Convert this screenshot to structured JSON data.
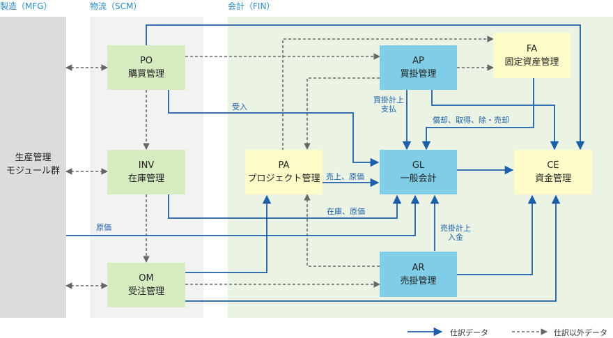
{
  "regions": {
    "mfg": "製造（MFG）",
    "scm": "物流（SCM）",
    "fin": "会計（FIN）"
  },
  "mfg_group": {
    "line1": "生産管理",
    "line2": "モジュール群"
  },
  "nodes": {
    "po": {
      "code": "PO",
      "name": "購買管理"
    },
    "inv": {
      "code": "INV",
      "name": "在庫管理"
    },
    "om": {
      "code": "OM",
      "name": "受注管理"
    },
    "pa": {
      "code": "PA",
      "name": "プロジェクト管理"
    },
    "ap": {
      "code": "AP",
      "name": "買掛管理"
    },
    "fa": {
      "code": "FA",
      "name": "固定資産管理"
    },
    "gl": {
      "code": "GL",
      "name": "一般会計"
    },
    "ar": {
      "code": "AR",
      "name": "売掛管理"
    },
    "ce": {
      "code": "CE",
      "name": "資金管理"
    }
  },
  "edge_labels": {
    "receipt": "受入",
    "ap_line1": "買掛計上",
    "ap_line2": "支払",
    "fa_gl": "償却、取得、除・売却",
    "pa_gl": "売上、原価",
    "inv_gl": "在庫、原価",
    "cost": "原価",
    "ar_line1": "売掛計上",
    "ar_line2": "入金"
  },
  "legend": {
    "solid": "仕訳データ",
    "dashed": "仕訳以外データ"
  },
  "colors": {
    "solid_line": "#1c5ea8",
    "dashed_line": "#666666",
    "blue_node": "#7fcde6",
    "yellow_node": "#fdfbc8",
    "green_node": "#d7ebc0",
    "fin_bg": "#ebf4e4",
    "scm_bg": "#f2f2f2",
    "mfg_bg": "#dcdcdc",
    "region_text": "#2a8bc4"
  }
}
